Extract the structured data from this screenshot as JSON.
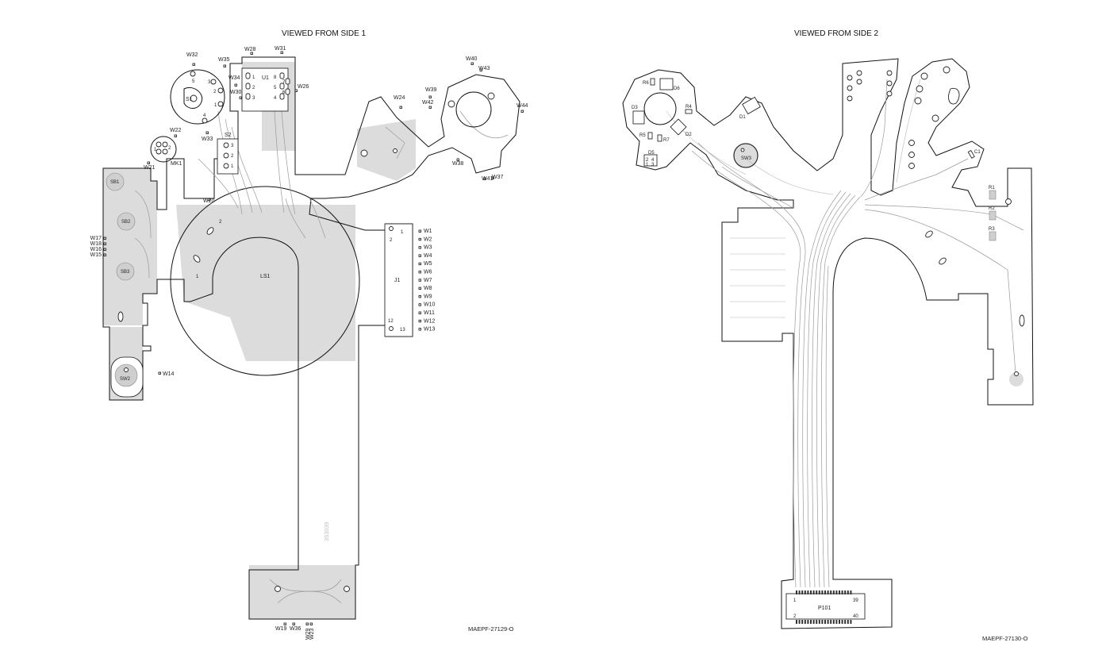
{
  "side1": {
    "title": "VIEWED FROM SIDE 1",
    "code": "MAEPF-27129-O",
    "watermark": "3S3039",
    "components": {
      "s1": "S1",
      "s2": "S2",
      "u1": "U1",
      "mk1": "MK1",
      "ls1": "LS1",
      "j1": "J1",
      "sb1": "SB1",
      "sb2": "SB2",
      "sb3": "SB3",
      "sw2": "SW2"
    },
    "s1_pins": [
      "5",
      "3",
      "2",
      "1",
      "4"
    ],
    "s2_pins": [
      "3",
      "2",
      "1"
    ],
    "u1_left_pins": [
      "1",
      "2",
      "3"
    ],
    "u1_right_pins": [
      "8",
      "7",
      "6",
      "5",
      "4"
    ],
    "mk1_pins": [
      "1",
      "2"
    ],
    "ls1_pins": [
      "2",
      "1"
    ],
    "j1_pins": [
      "1",
      "2",
      "12",
      "13"
    ],
    "wires_top": [
      "W32",
      "W35",
      "W34",
      "W30",
      "W28",
      "W31",
      "W26",
      "W22",
      "W33",
      "W21",
      "W20",
      "W24",
      "W39",
      "W42",
      "W40",
      "W43",
      "W44",
      "W38",
      "W41",
      "W37"
    ],
    "wires_j1": [
      "W1",
      "W2",
      "W3",
      "W4",
      "W5",
      "W6",
      "W7",
      "W8",
      "W9",
      "W10",
      "W11",
      "W12",
      "W13"
    ],
    "wires_left": [
      "W17",
      "W18",
      "W16",
      "W15"
    ],
    "wire_w14": "W14",
    "wires_bottom": [
      "W19",
      "W36",
      "W29",
      "W23"
    ]
  },
  "side2": {
    "title": "VIEWED FROM SIDE 2",
    "code": "MAEPF-27130-O",
    "components": {
      "r6": "R6",
      "d6": "D6",
      "d3": "D3",
      "r4": "R4",
      "d1": "D1",
      "r5": "R5",
      "r7": "R7",
      "d2": "D2",
      "d5": "D5",
      "sw3": "SW3",
      "c1": "C1",
      "r1": "R1",
      "r2": "R2",
      "r3": "R3",
      "p101": "P101"
    },
    "p101_pins": [
      "1",
      "39",
      "2",
      "40"
    ],
    "diode_pins": [
      "1",
      "2",
      "3",
      "4"
    ]
  }
}
